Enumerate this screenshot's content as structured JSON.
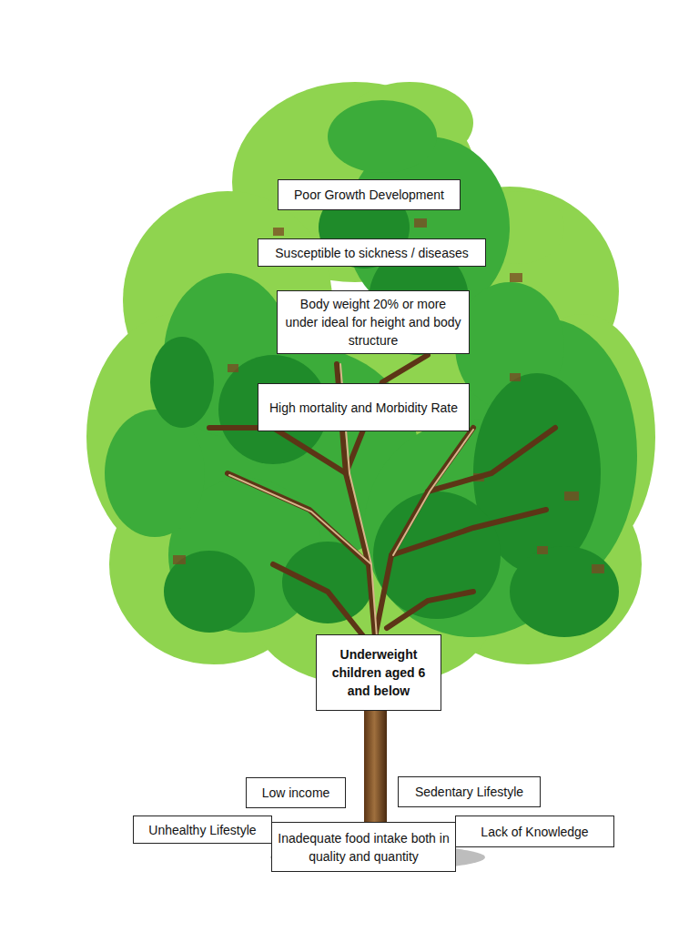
{
  "diagram": {
    "nodes": [
      {
        "text": [
          "Poor Growth Development"
        ]
      },
      {
        "text": [
          "Susceptible to sickness / diseases"
        ]
      },
      {
        "text": [
          "Body weight 20% or more under ideal for height and body structure"
        ]
      },
      {
        "text": [
          "High mortality and Morbidity Rate"
        ]
      },
      {
        "text": [
          "Underweight children aged 6 and below"
        ]
      },
      {
        "text": [
          "Low income"
        ]
      },
      {
        "text": [
          "Sedentary Lifestyle"
        ]
      },
      {
        "text": [
          "Unhealthy Lifestyle"
        ]
      },
      {
        "text": [
          "Inadequate food intake both in quality and quantity"
        ]
      },
      {
        "text": [
          "Lack of Knowledge"
        ]
      }
    ]
  }
}
